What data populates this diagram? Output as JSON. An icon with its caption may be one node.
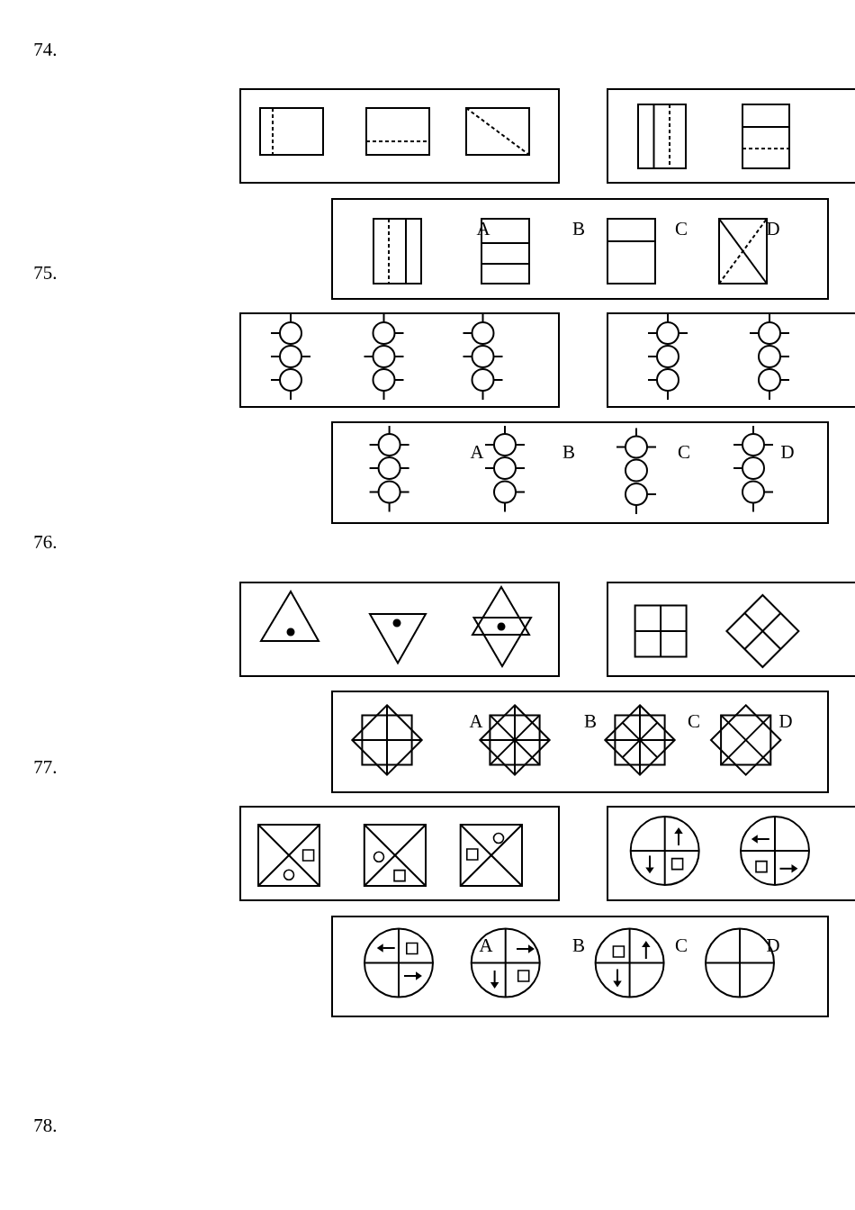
{
  "diagram": {
    "nodes": [
      {
        "text": [],
        "shape": "box"
      },
      {
        "text": [],
        "shape": "box"
      },
      {
        "text": [
          "A",
          "B",
          "C",
          "D"
        ]
      },
      {
        "text": [],
        "shape": "box"
      },
      {
        "text": [],
        "shape": "box"
      },
      {
        "text": [
          "A",
          "B",
          "C",
          "D"
        ]
      },
      {
        "text": [],
        "shape": "box"
      },
      {
        "text": [],
        "shape": "box"
      },
      {
        "text": [
          "A",
          "B",
          "C",
          "D"
        ]
      },
      {
        "text": [],
        "shape": "box"
      },
      {
        "text": [],
        "shape": "box"
      },
      {
        "text": [
          "A",
          "B",
          "C",
          "D"
        ]
      }
    ],
    "labels": [
      "74.",
      "75.",
      "76.",
      "77.",
      "78."
    ]
  }
}
